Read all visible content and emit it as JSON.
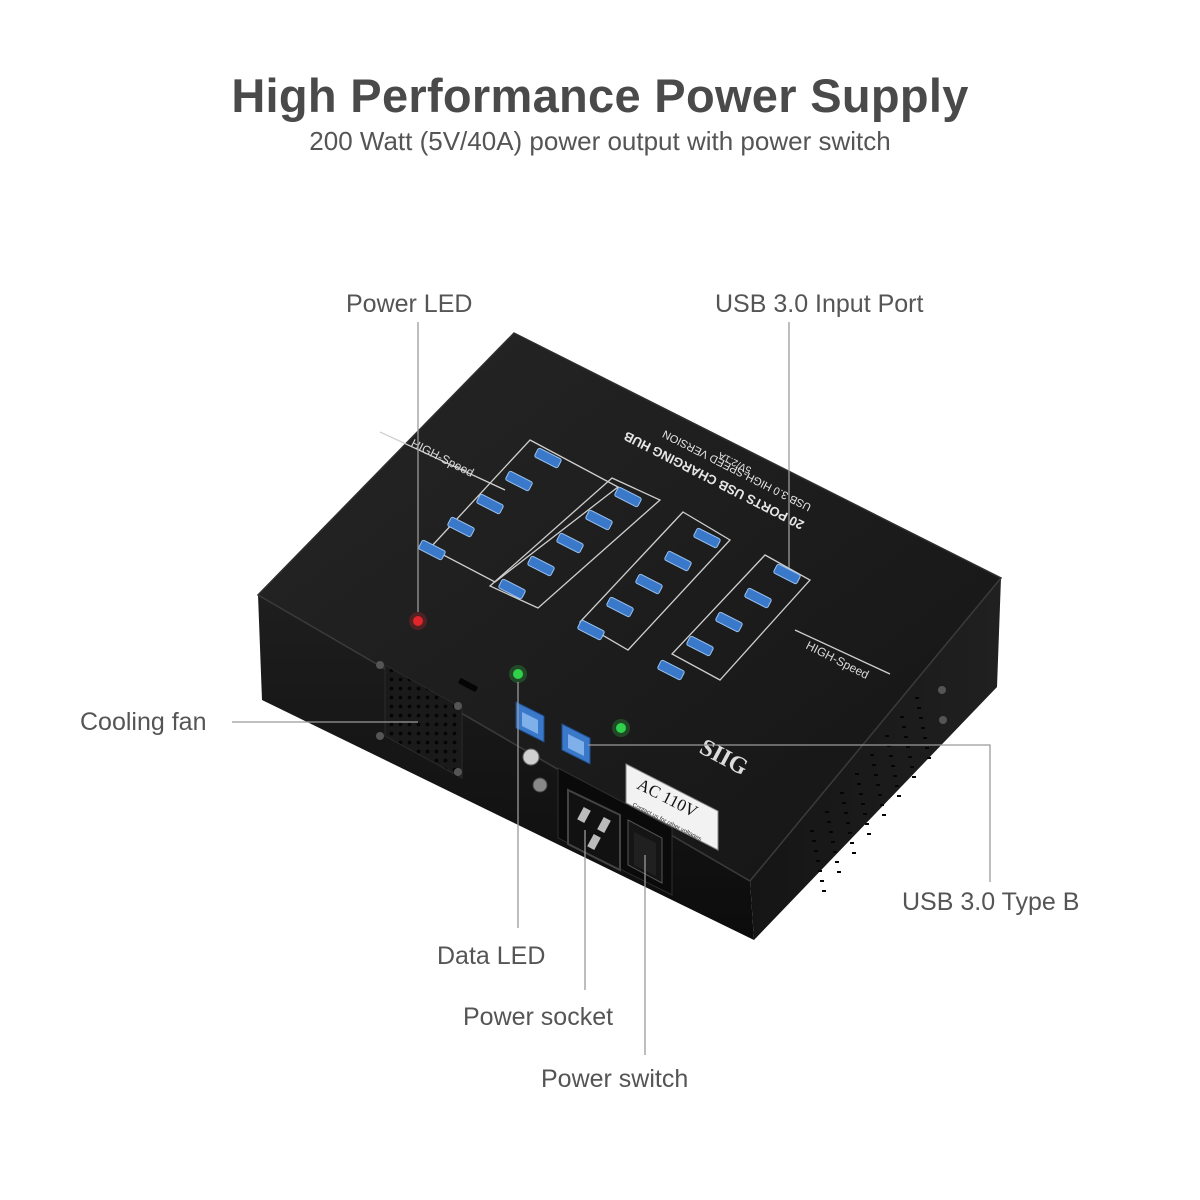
{
  "header": {
    "title": "High Performance Power Supply",
    "subtitle": "200 Watt (5V/40A) power output with power switch"
  },
  "callouts": {
    "power_led": "Power LED",
    "usb_input_port": "USB 3.0 Input Port",
    "cooling_fan": "Cooling fan",
    "usb_type_b": "USB 3.0 Type B",
    "data_led": "Data LED",
    "power_socket": "Power socket",
    "power_switch": "Power switch"
  },
  "device": {
    "top_print_line1": "20 PORTS USB CHARGING HUB",
    "top_print_line2": "USB 3.0 HIGH-SPEED VERSION",
    "top_print_line3": "5V/2.1A",
    "high_speed_badge": "HIGH-Speed",
    "brand": "SIIG",
    "voltage_label": "AC  110V",
    "voltage_note": "Contact us for other voltages",
    "colors": {
      "body": "#1b1b1b",
      "usb_port": "#3a78c9",
      "power_led": "#e0262b",
      "data_led": "#2fd14a"
    }
  }
}
